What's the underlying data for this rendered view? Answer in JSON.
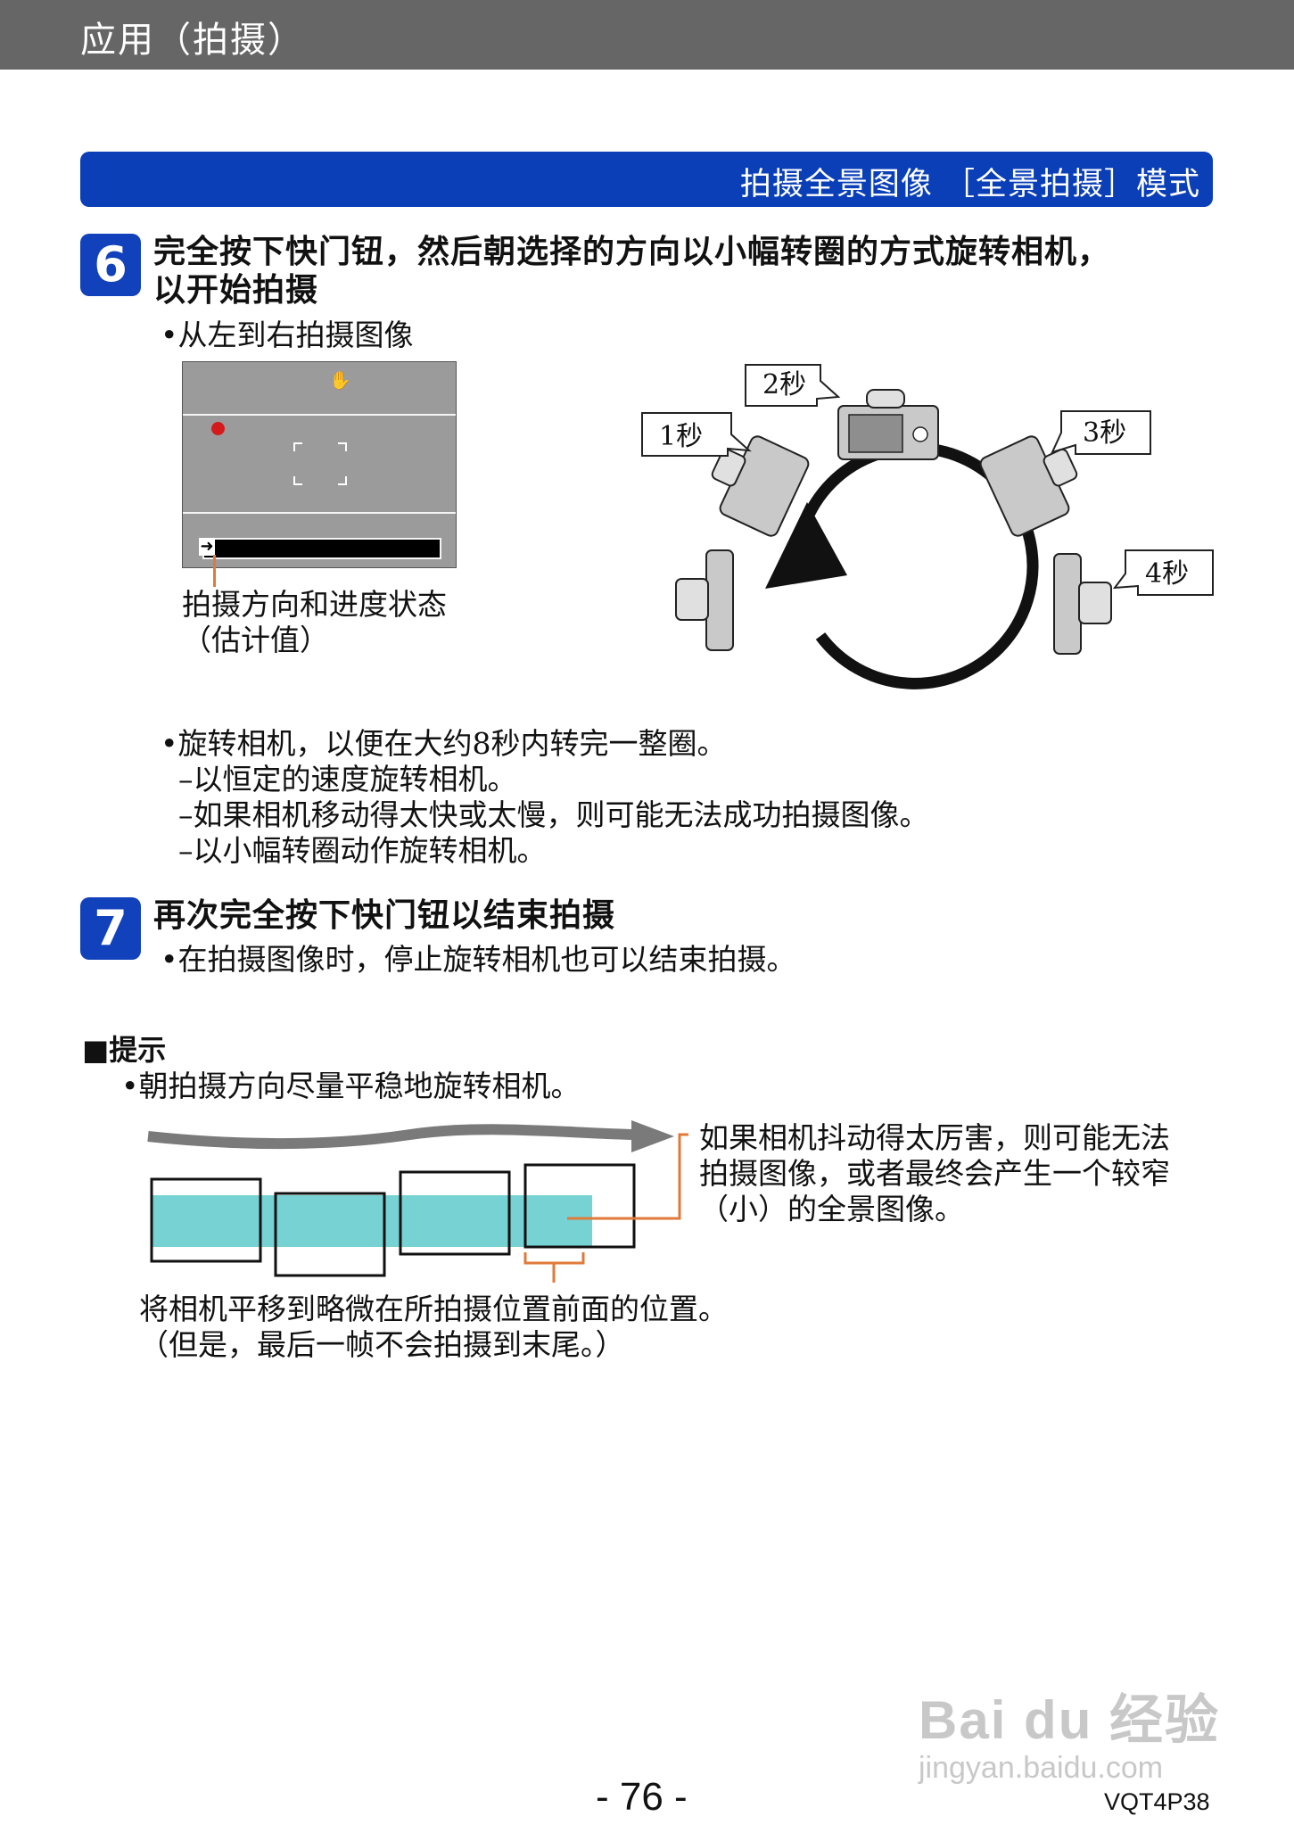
{
  "header": {
    "section": "应用（拍摄）"
  },
  "banner": {
    "title": "拍摄全景图像 ［全景拍摄］模式"
  },
  "step6": {
    "number": "6",
    "title_line1": "完全按下快门钮，然后朝选择的方向以小幅转圈的方式旋转相机，",
    "title_line2": "以开始拍摄",
    "sub": "•从左到右拍摄图像",
    "lcd_caption_line1": "拍摄方向和进度状态",
    "lcd_caption_line2": "（估计值）",
    "time_labels": [
      "1秒",
      "2秒",
      "3秒",
      "4秒"
    ],
    "bullet": "•旋转相机，以便在大约8秒内转完一整圈。",
    "dashes": [
      "–以恒定的速度旋转相机。",
      "–如果相机移动得太快或太慢，则可能无法成功拍摄图像。",
      "–以小幅转圈动作旋转相机。"
    ]
  },
  "step7": {
    "number": "7",
    "title": "再次完全按下快门钮以结束拍摄",
    "bullet": "•在拍摄图像时，停止旋转相机也可以结束拍摄。"
  },
  "tips": {
    "heading": "■提示",
    "bullet": "•朝拍摄方向尽量平稳地旋转相机。",
    "right_note": [
      "如果相机抖动得太厉害，则可能无法",
      "拍摄图像，或者最终会产生一个较窄",
      "（小）的全景图像。"
    ],
    "bottom_note": [
      "将相机平移到略微在所拍摄位置前面的位置。",
      "（但是，最后一帧不会拍摄到末尾。）"
    ]
  },
  "footer": {
    "page": "- 76 -",
    "code": "VQT4P38"
  },
  "watermark": {
    "brand": "Bai du 经验",
    "url": "jingyan.baidu.com"
  },
  "colors": {
    "header": "#666666",
    "banner": "#0a3fb8",
    "step_badge": "#1142bb",
    "cyan_strip": "#76d2d3",
    "orange_line": "#e07a3a"
  }
}
